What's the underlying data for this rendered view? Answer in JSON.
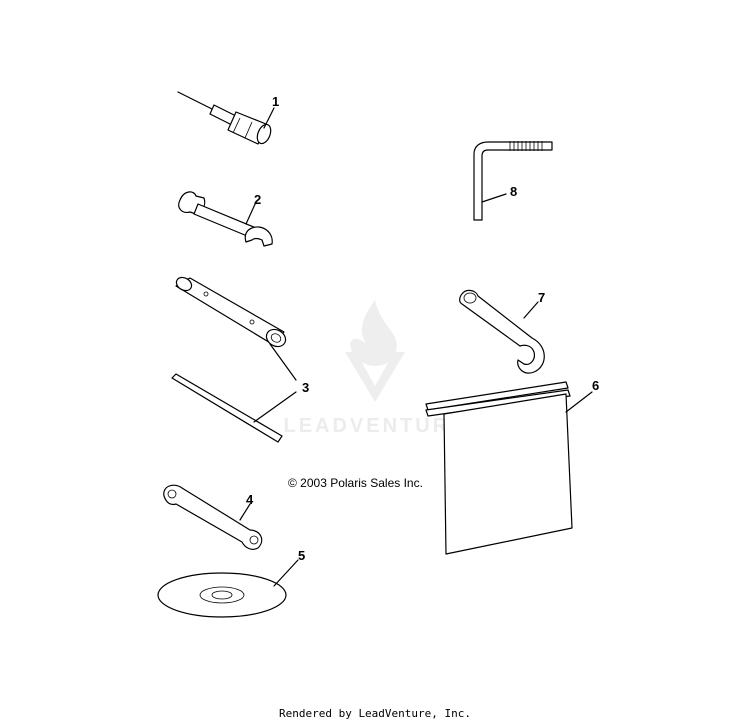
{
  "watermark": {
    "brand": "LEADVENTURE"
  },
  "copyright": "© 2003 Polaris Sales Inc.",
  "footer": "Rendered by LeadVenture, Inc.",
  "callouts": [
    "1",
    "2",
    "3",
    "4",
    "5",
    "6",
    "7",
    "8"
  ]
}
